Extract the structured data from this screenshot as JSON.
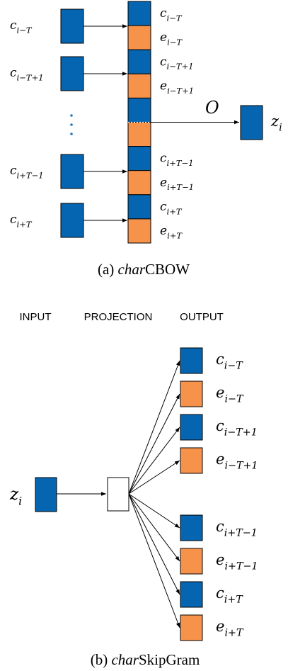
{
  "colors": {
    "blue": "#0565b1",
    "orange": "#f7924b",
    "dots": "#1f7bc4",
    "stroke": "#000000"
  },
  "cbow": {
    "inputs": [
      {
        "base": "c",
        "sub": "i−T"
      },
      {
        "base": "c",
        "sub": "i−T+1"
      },
      {
        "base": "c",
        "sub": "i+T−1"
      },
      {
        "base": "c",
        "sub": "i+T"
      }
    ],
    "stack_labels": [
      {
        "base": "c",
        "sub": "i−T"
      },
      {
        "base": "e",
        "sub": "i−T"
      },
      {
        "base": "c",
        "sub": "i−T+1"
      },
      {
        "base": "e",
        "sub": "i−T+1"
      },
      {
        "base": "c",
        "sub": "i+T−1"
      },
      {
        "base": "e",
        "sub": "i+T−1"
      },
      {
        "base": "c",
        "sub": "i+T"
      },
      {
        "base": "e",
        "sub": "i+T"
      }
    ],
    "operator": "O",
    "output": {
      "base": "z",
      "sub": "i"
    },
    "caption": {
      "prefix": "(a) ",
      "italic": "char",
      "rest": "CBOW"
    }
  },
  "skipgram": {
    "headers": {
      "input": "INPUT",
      "projection": "PROJECTION",
      "output": "OUTPUT"
    },
    "input": {
      "base": "z",
      "sub": "i"
    },
    "outputs": [
      {
        "base": "c",
        "sub": "i−T",
        "color": "blue"
      },
      {
        "base": "e",
        "sub": "i−T",
        "color": "orange"
      },
      {
        "base": "c",
        "sub": "i−T+1",
        "color": "blue"
      },
      {
        "base": "e",
        "sub": "i−T+1",
        "color": "orange"
      },
      {
        "base": "c",
        "sub": "i+T−1",
        "color": "blue"
      },
      {
        "base": "e",
        "sub": "i+T−1",
        "color": "orange"
      },
      {
        "base": "c",
        "sub": "i+T",
        "color": "blue"
      },
      {
        "base": "e",
        "sub": "i+T",
        "color": "orange"
      }
    ],
    "caption": {
      "prefix": "(b) ",
      "italic": "char",
      "rest": "SkipGram"
    }
  }
}
